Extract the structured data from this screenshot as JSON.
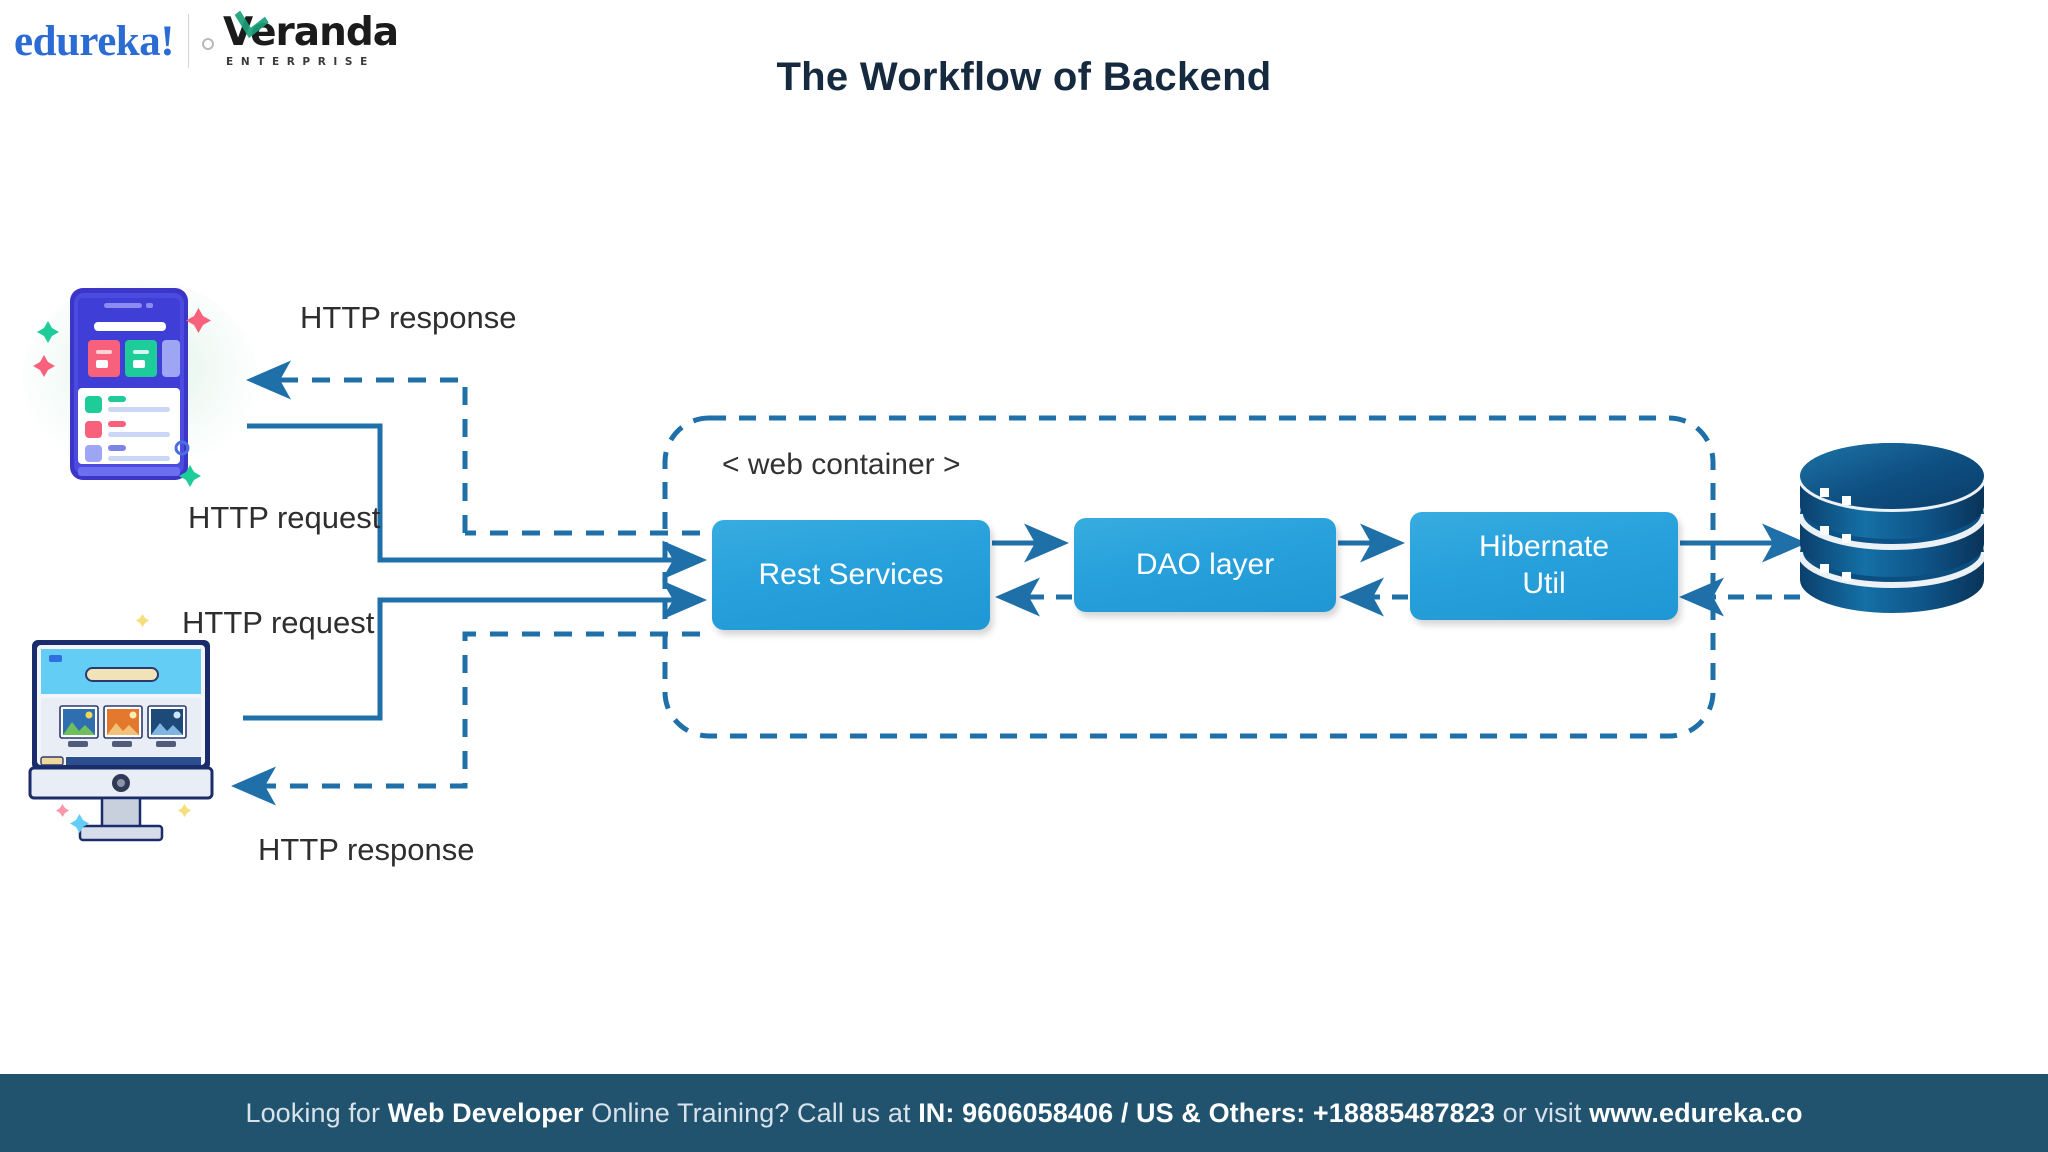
{
  "brand": {
    "edureka": "edureka!",
    "veranda": "Veranda",
    "veranda_sub": "ENTERPRISE",
    "separator_icon": "vertical-divider-icon",
    "circle_icon": "small-circle-icon",
    "accent_green": "#1aa07a",
    "edureka_blue": "#2B6CD4"
  },
  "header": {
    "title": "The Workflow of Backend",
    "title_color": "#15293f"
  },
  "diagram": {
    "container_label": "< web container >",
    "container_border_color": "#1F6FA8",
    "box_fill": "#27A0DB",
    "box_text_color": "#ffffff",
    "arrow_color": "#1F6FA8",
    "boxes": [
      {
        "id": "rest-services",
        "label": "Rest Services"
      },
      {
        "id": "dao-layer",
        "label": "DAO layer"
      },
      {
        "id": "hibernate-util",
        "label": "Hibernate\nUtil",
        "line1": "Hibernate",
        "line2": "Util"
      }
    ],
    "labels": {
      "http_response_top": "HTTP response",
      "http_request_top": "HTTP request",
      "http_request_bottom": "HTTP request",
      "http_response_bottom": "HTTP response"
    },
    "nodes": {
      "phone": "mobile-phone-icon",
      "desktop": "desktop-monitor-icon",
      "database": "database-cylinder-icon"
    },
    "flows": [
      {
        "from": "phone",
        "to": "rest-services",
        "label": "HTTP request",
        "style": "solid"
      },
      {
        "from": "rest-services",
        "to": "phone",
        "label": "HTTP response",
        "style": "dashed"
      },
      {
        "from": "desktop",
        "to": "rest-services",
        "label": "HTTP request",
        "style": "solid"
      },
      {
        "from": "rest-services",
        "to": "desktop",
        "label": "HTTP response",
        "style": "dashed"
      },
      {
        "from": "rest-services",
        "to": "dao-layer",
        "style": "solid"
      },
      {
        "from": "dao-layer",
        "to": "rest-services",
        "style": "dashed"
      },
      {
        "from": "dao-layer",
        "to": "hibernate-util",
        "style": "solid"
      },
      {
        "from": "hibernate-util",
        "to": "dao-layer",
        "style": "dashed"
      },
      {
        "from": "hibernate-util",
        "to": "database",
        "style": "solid"
      },
      {
        "from": "database",
        "to": "hibernate-util",
        "style": "dashed"
      }
    ]
  },
  "footer": {
    "background": "#21526E",
    "text_plain_1": "Looking for ",
    "text_bold_1": "Web Developer",
    "text_plain_2": " Online Training? Call us at ",
    "text_bold_2": "IN: 9606058406 / US & Others: +18885487823",
    "text_plain_3": " or visit ",
    "text_bold_3": "www.edureka.co"
  }
}
